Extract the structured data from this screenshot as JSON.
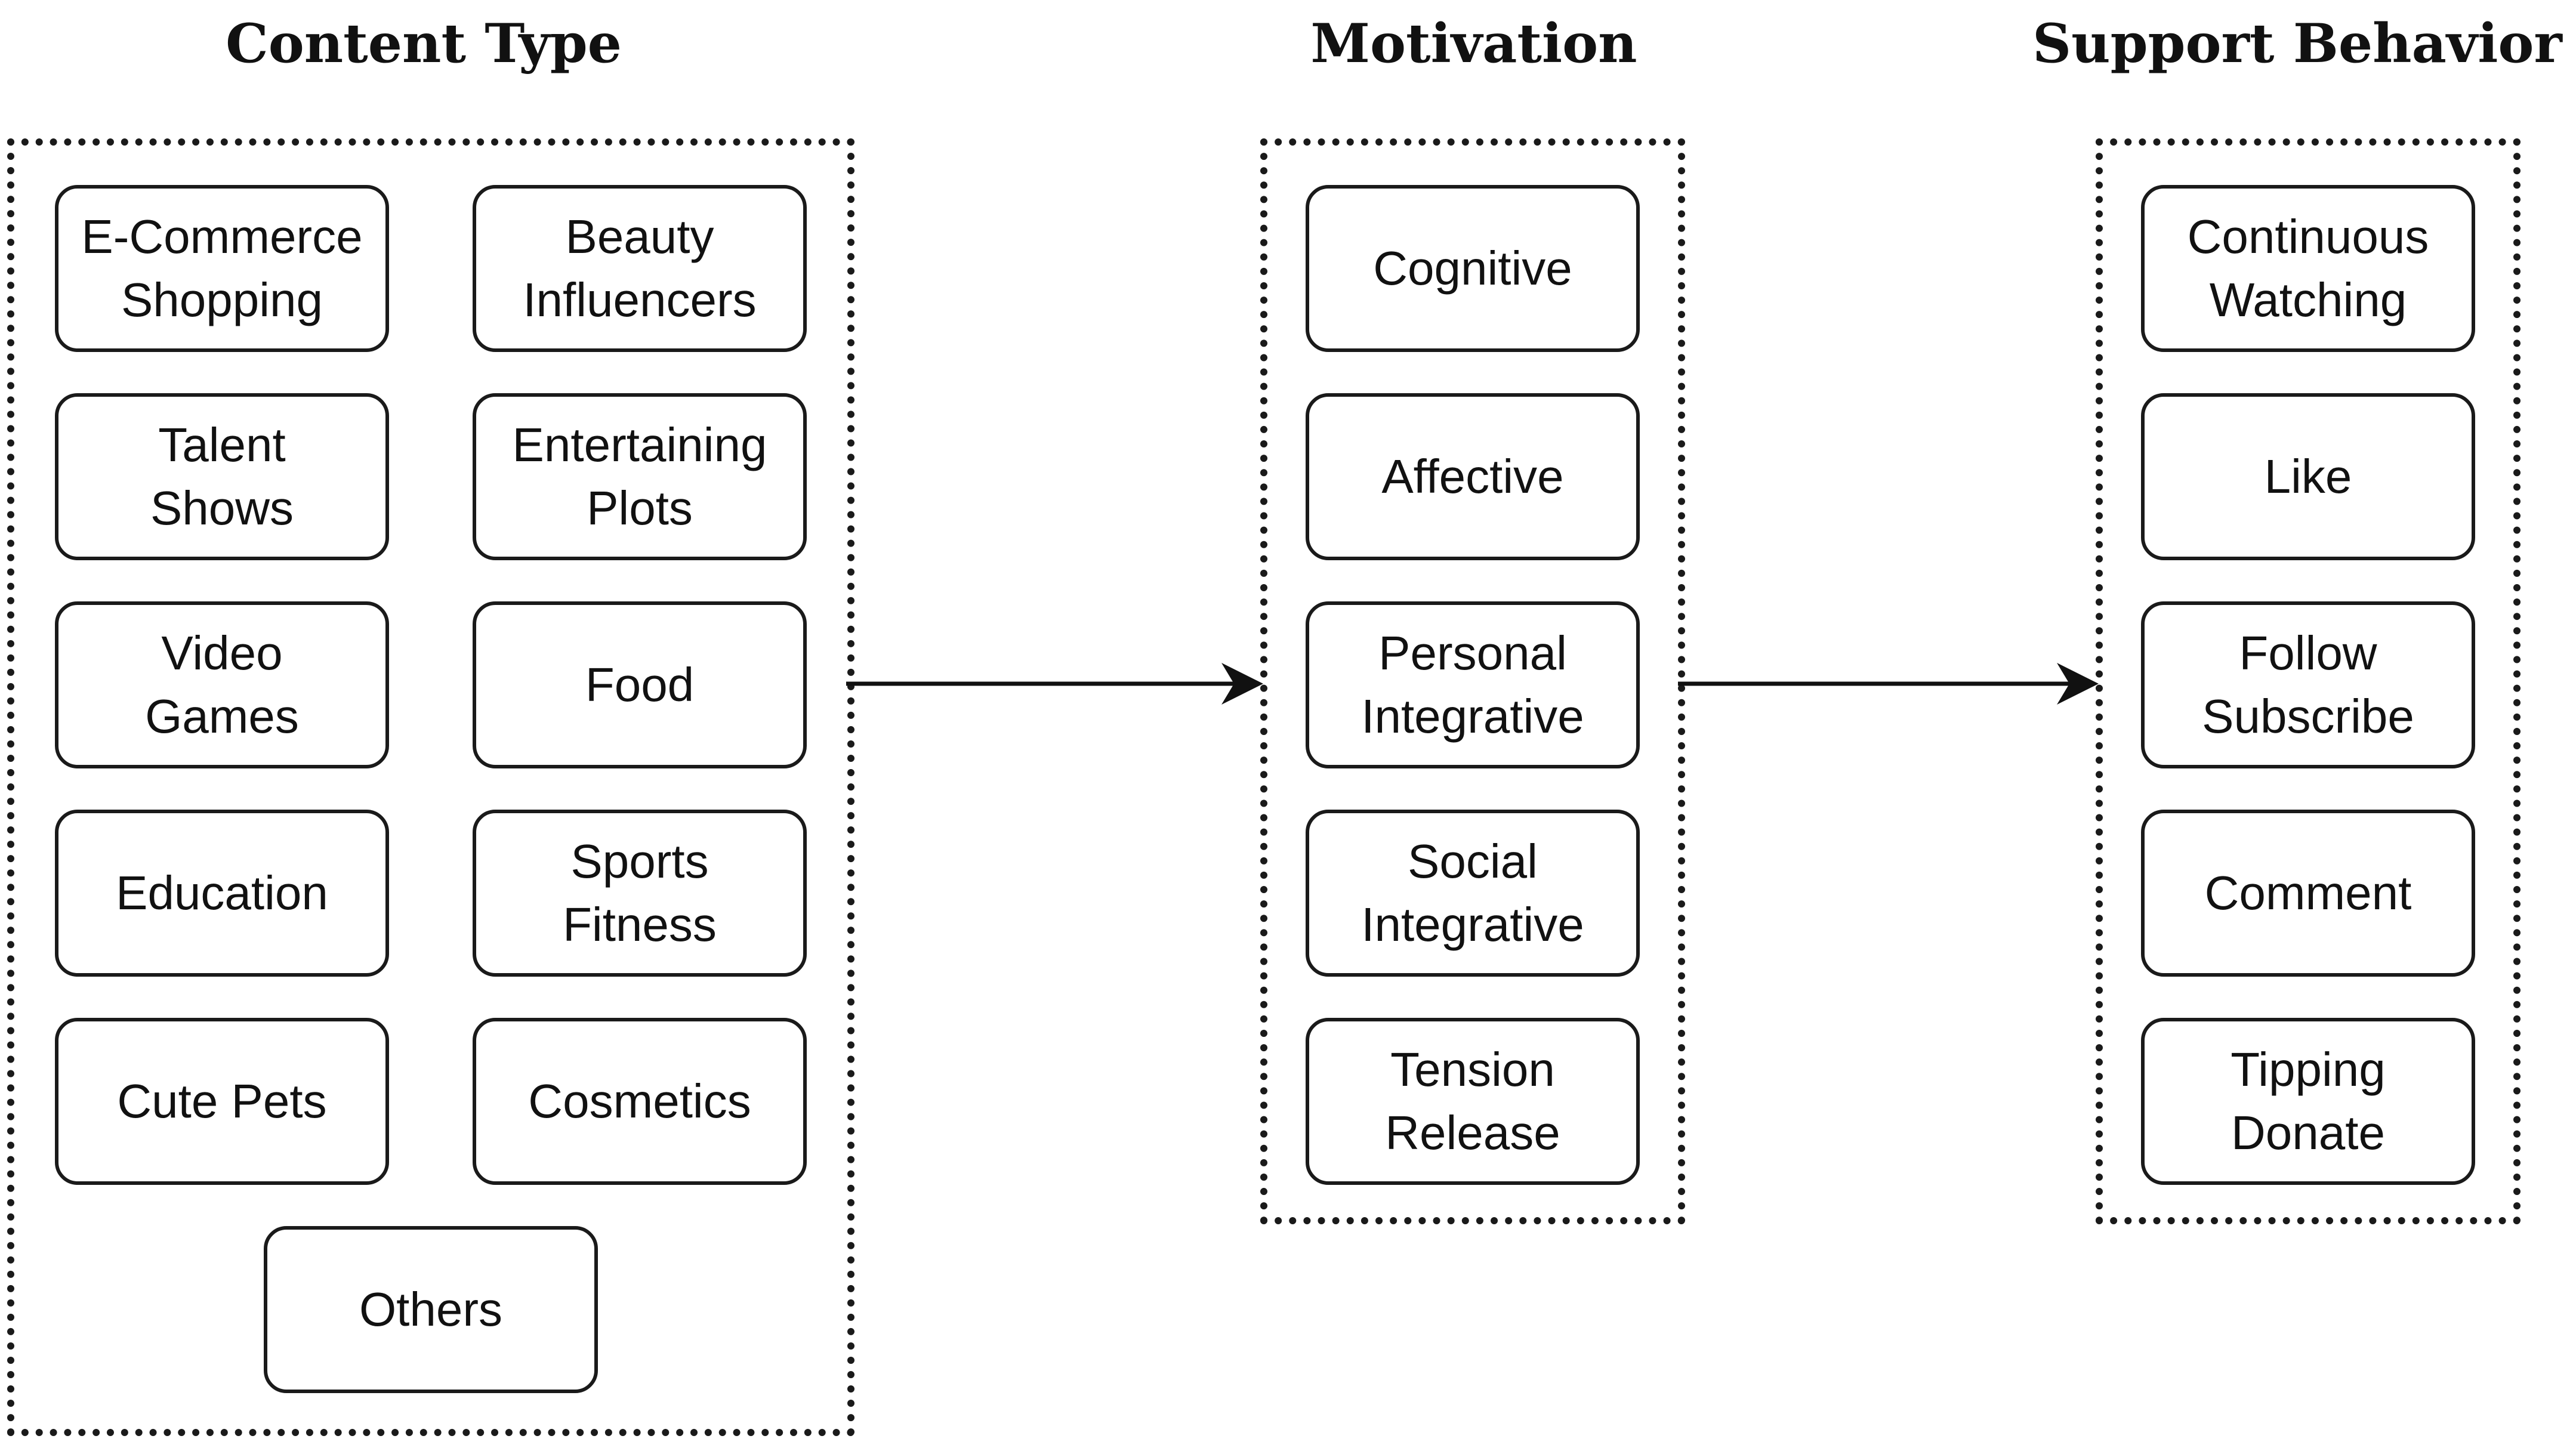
{
  "columns": {
    "content_type": {
      "title": "Content Type",
      "items": [
        "E-Commerce\nShopping",
        "Beauty\nInfluencers",
        "Talent\nShows",
        "Entertaining\nPlots",
        "Video\nGames",
        "Food",
        "Education",
        "Sports\nFitness",
        "Cute Pets",
        "Cosmetics",
        "Others"
      ]
    },
    "motivation": {
      "title": "Motivation",
      "items": [
        "Cognitive",
        "Affective",
        "Personal\nIntegrative",
        "Social\nIntegrative",
        "Tension\nRelease"
      ]
    },
    "support_behavior": {
      "title": "Support Behavior",
      "items": [
        "Continuous\nWatching",
        "Like",
        "Follow\nSubscribe",
        "Comment",
        "Tipping\nDonate"
      ]
    }
  },
  "edges": [
    {
      "from": "Content Type",
      "to": "Motivation"
    },
    {
      "from": "Motivation",
      "to": "Support Behavior"
    }
  ]
}
